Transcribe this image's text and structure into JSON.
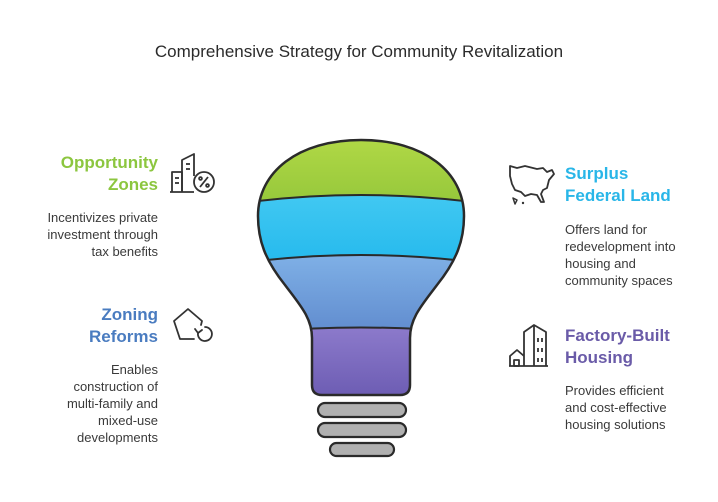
{
  "title": "Comprehensive Strategy for Community Revitalization",
  "items": [
    {
      "heading_lines": [
        "Opportunity",
        "Zones"
      ],
      "desc_lines": [
        "Incentivizes private",
        "investment through",
        "tax benefits"
      ],
      "color": "#8CC63F",
      "icon": "building-percent-icon"
    },
    {
      "heading_lines": [
        "Surplus",
        "Federal Land"
      ],
      "desc_lines": [
        "Offers land for",
        "redevelopment into",
        "housing and",
        "community spaces"
      ],
      "color": "#29B6E8",
      "icon": "us-map-icon"
    },
    {
      "heading_lines": [
        "Zoning",
        "Reforms"
      ],
      "desc_lines": [
        "Enables",
        "construction of",
        "multi-family and",
        "mixed-use",
        "developments"
      ],
      "color": "#4A7CC0",
      "icon": "pentagon-refresh-icon"
    },
    {
      "heading_lines": [
        "Factory-Built",
        "Housing"
      ],
      "desc_lines": [
        "Provides efficient",
        "and cost-effective",
        "housing solutions"
      ],
      "color": "#6A5BA8",
      "icon": "houses-icon"
    }
  ],
  "bulb_colors": {
    "top": "#A6D33B",
    "second": "#2FC2F0",
    "third": "#6E9BD8",
    "bottom": "#7B6BBE",
    "base": "#A8A8A8"
  }
}
